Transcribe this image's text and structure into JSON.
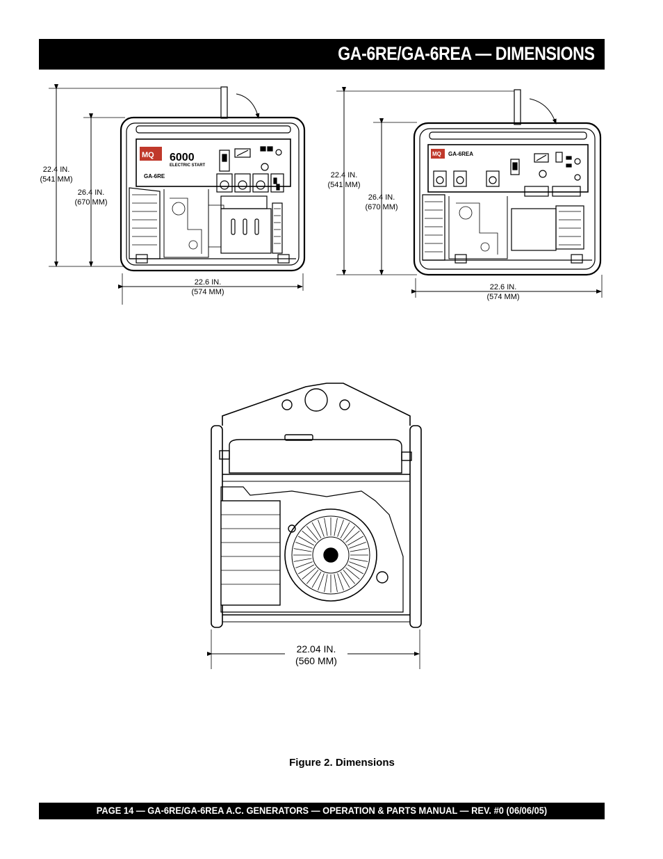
{
  "header": {
    "title": "GA-6RE/GA-6REA —  DIMENSIONS"
  },
  "figure_left": {
    "height_overall": "22.4 IN.",
    "height_overall_mm": "(541 MM)",
    "height_frame": "26.4 IN.",
    "height_frame_mm": "(670 MM)",
    "width": "22.6 IN.",
    "width_mm": "(574 MM)",
    "panel_model_number": "6000",
    "panel_subtitle": "ELECTRIC START",
    "panel_model": "GA-6RE",
    "logo_text": "MQ"
  },
  "figure_right": {
    "height_overall": "22.4 IN.",
    "height_overall_mm": "(541 MM)",
    "height_frame": "26.4 IN.",
    "height_frame_mm": "(670 MM)",
    "width": "22.6 IN.",
    "width_mm": "(574 MM)",
    "panel_model": "GA-6REA",
    "logo_text": "MQ"
  },
  "figure_bottom": {
    "width": "22.04 IN.",
    "width_mm": "(560 MM)"
  },
  "caption": "Figure 2.  Dimensions",
  "footer": {
    "text": "PAGE 14 — GA-6RE/GA-6REA A.C. GENERATORS — OPERATION & PARTS MANUAL — REV. #0  (06/06/05)"
  }
}
